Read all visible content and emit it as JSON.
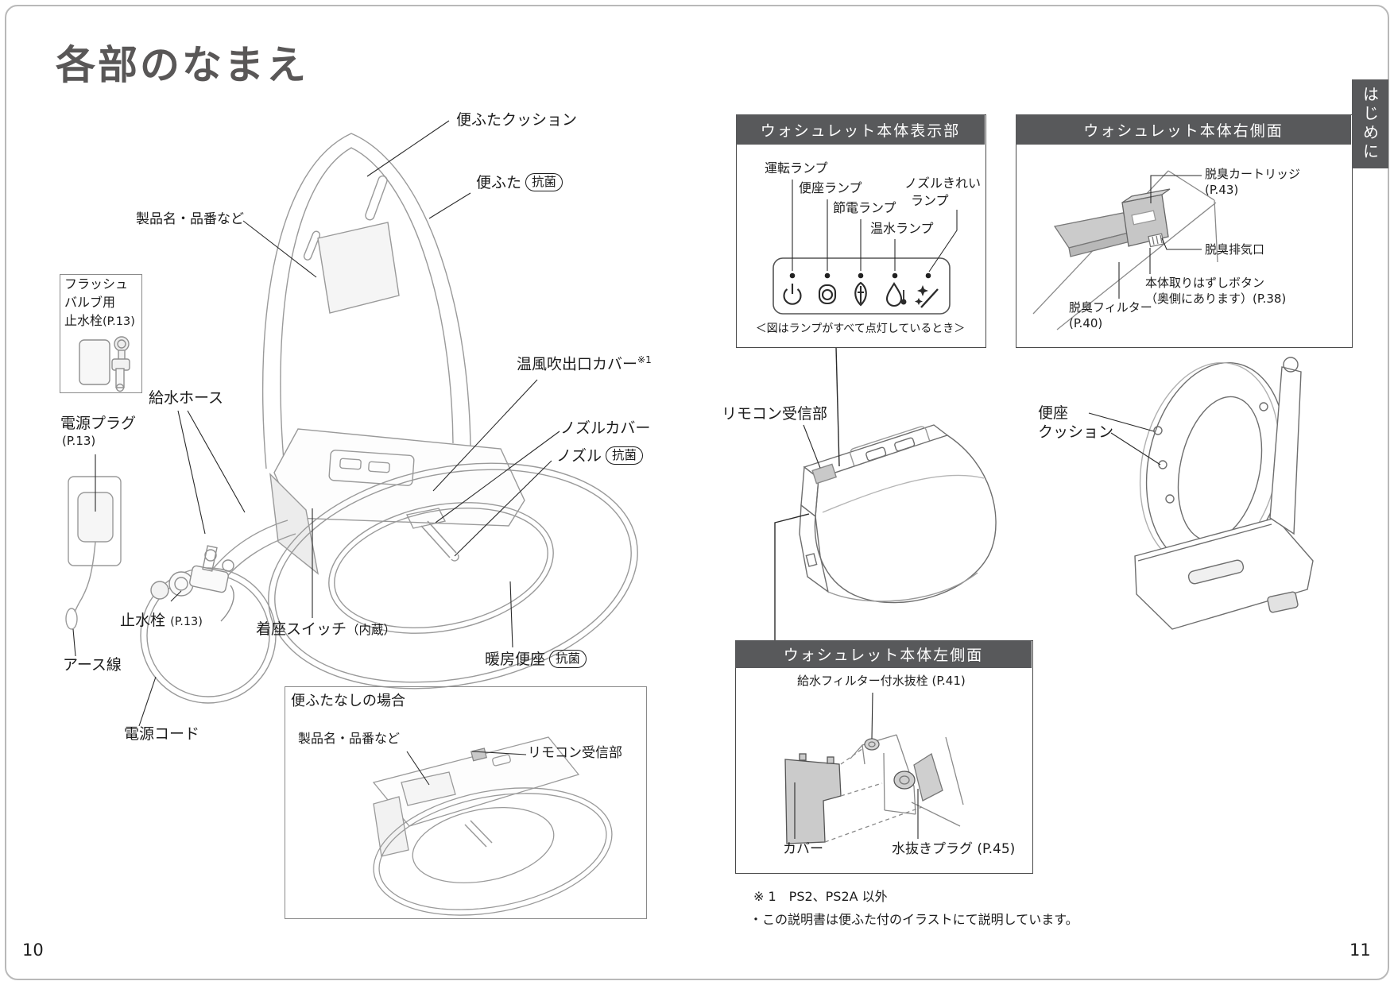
{
  "page": {
    "title": "各部のなまえ",
    "side_tab": "はじめに",
    "page_no_left": "10",
    "page_no_right": "11",
    "footnote_1": "※ 1　PS2、PS2A 以外",
    "footnote_2": "・この説明書は便ふた付のイラストにて説明しています。"
  },
  "badge": {
    "antibacterial": "抗菌"
  },
  "colors": {
    "panel_header_bg": "#58595b",
    "side_tab_bg": "#58595b",
    "title_color": "#595757",
    "text_color": "#1c1c1c",
    "line_art": "#9a9a9a",
    "gray_fill": "#cbcbcb"
  },
  "left": {
    "lid_cushion": "便ふたクッション",
    "lid": "便ふた",
    "product_label": "製品名・品番など",
    "flush_valve_l1": "フラッシュ",
    "flush_valve_l2": "バルブ用",
    "flush_valve_l3": "止水栓",
    "flush_valve_ref": "(P.13)",
    "water_hose": "給水ホース",
    "power_plug": "電源プラグ",
    "power_plug_ref": "(P.13)",
    "warm_air_cover": "温風吹出口カバー",
    "warm_air_ref": "※1",
    "nozzle_cover": "ノズルカバー",
    "nozzle": "ノズル",
    "shutoff_valve": "止水栓",
    "shutoff_valve_ref": "(P.13)",
    "seat_switch": "着座スイッチ",
    "seat_switch_note": "（内蔵）",
    "earth_wire": "アース線",
    "heated_seat": "暖房便座",
    "power_cord": "電源コード",
    "nolid_title": "便ふたなしの場合",
    "nolid_product_label": "製品名・品番など",
    "nolid_remote": "リモコン受信部"
  },
  "display_panel": {
    "title": "ウォシュレット本体表示部",
    "lamp_run": "運転ランプ",
    "lamp_seat": "便座ランプ",
    "lamp_eco": "節電ランプ",
    "lamp_nozzle_l1": "ノズルきれい",
    "lamp_nozzle_l2": "ランプ",
    "lamp_water": "温水ランプ",
    "caption": "＜図はランプがすべて点灯しているとき＞",
    "lamp_icons": [
      "power-lamp-icon",
      "seat-lamp-icon",
      "eco-lamp-icon",
      "warm-water-lamp-icon",
      "nozzle-clean-lamp-icon"
    ]
  },
  "right_panel": {
    "title": "ウォシュレット本体右側面",
    "cartridge": "脱臭カートリッジ",
    "cartridge_ref": "(P.43)",
    "outlet": "脱臭排気口",
    "removal_l1": "本体取りはずしボタン",
    "removal_l2": "（奥側にあります）(P.38)",
    "filter": "脱臭フィルター",
    "filter_ref": "(P.40)"
  },
  "center": {
    "remote_receiver": "リモコン受信部",
    "seat_cushion_l1": "便座",
    "seat_cushion_l2": "クッション"
  },
  "left_side_panel": {
    "title": "ウォシュレット本体左側面",
    "drain_valve": "給水フィルター付水抜栓 (P.41)",
    "cover": "カバー",
    "drain_plug": "水抜きプラグ (P.45)"
  }
}
